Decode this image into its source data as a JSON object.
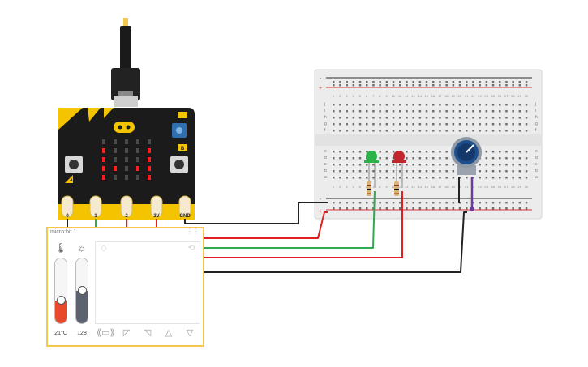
{
  "microbit": {
    "pins": [
      "0",
      "1",
      "2",
      "3V",
      "GND"
    ],
    "button_a": "A",
    "button_b": "B",
    "led_matrix": [
      [
        0,
        0,
        0,
        0,
        0
      ],
      [
        1,
        0,
        0,
        0,
        1
      ],
      [
        1,
        0,
        0,
        0,
        1
      ],
      [
        1,
        1,
        0,
        1,
        1
      ],
      [
        1,
        0,
        0,
        0,
        1
      ]
    ]
  },
  "breadboard": {
    "column_numbers": [
      "1",
      "2",
      "3",
      "4",
      "5",
      "6",
      "7",
      "8",
      "9",
      "10",
      "11",
      "12",
      "13",
      "14",
      "15",
      "16",
      "17",
      "18",
      "19",
      "20",
      "21",
      "22",
      "23",
      "24",
      "25",
      "26",
      "27",
      "28",
      "29",
      "30"
    ],
    "row_letters_top": [
      "j",
      "i",
      "h",
      "g",
      "f"
    ],
    "row_letters_bottom": [
      "e",
      "d",
      "c",
      "b",
      "a"
    ],
    "rail_plus": "+",
    "rail_minus": "-"
  },
  "components": {
    "led_green_color": "#2bb34a",
    "led_red_color": "#c0262c",
    "pot_color": "#1f4e8c"
  },
  "wires": {
    "black": "#222222",
    "red": "#e02020",
    "green": "#32a852",
    "purple": "#6a3d9a"
  },
  "panel": {
    "title": "micro:bit 1",
    "temperature": {
      "value_text": "21°C",
      "level": 0.35
    },
    "light": {
      "value_text": "128",
      "level": 0.5
    },
    "gesture_icons": [
      "shake-icon",
      "tilt-left-icon",
      "tilt-right-icon",
      "face-up-icon",
      "face-down-icon"
    ]
  }
}
